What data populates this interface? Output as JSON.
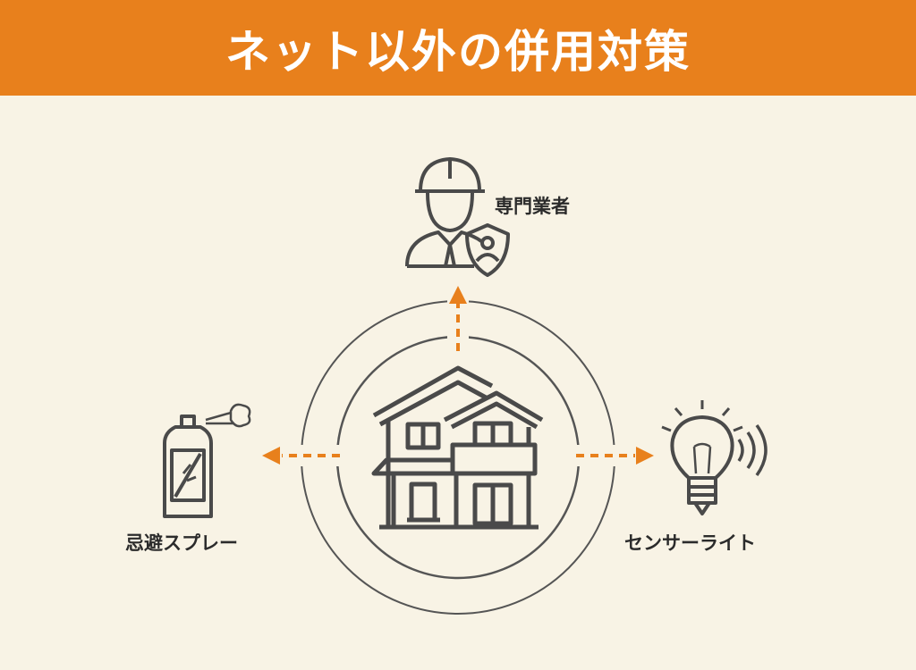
{
  "header": {
    "title": "ネット以外の併用対策"
  },
  "center": {
    "icon": "house-icon"
  },
  "items": [
    {
      "label": "専門業者",
      "icon": "professional-worker-icon",
      "direction": "up"
    },
    {
      "label": "忌避スプレー",
      "icon": "spray-can-icon",
      "direction": "left"
    },
    {
      "label": "センサーライト",
      "icon": "light-bulb-icon",
      "direction": "right"
    }
  ],
  "colors": {
    "accent": "#e8801c",
    "background": "#f8f3e5",
    "line": "#4a4a4a"
  }
}
